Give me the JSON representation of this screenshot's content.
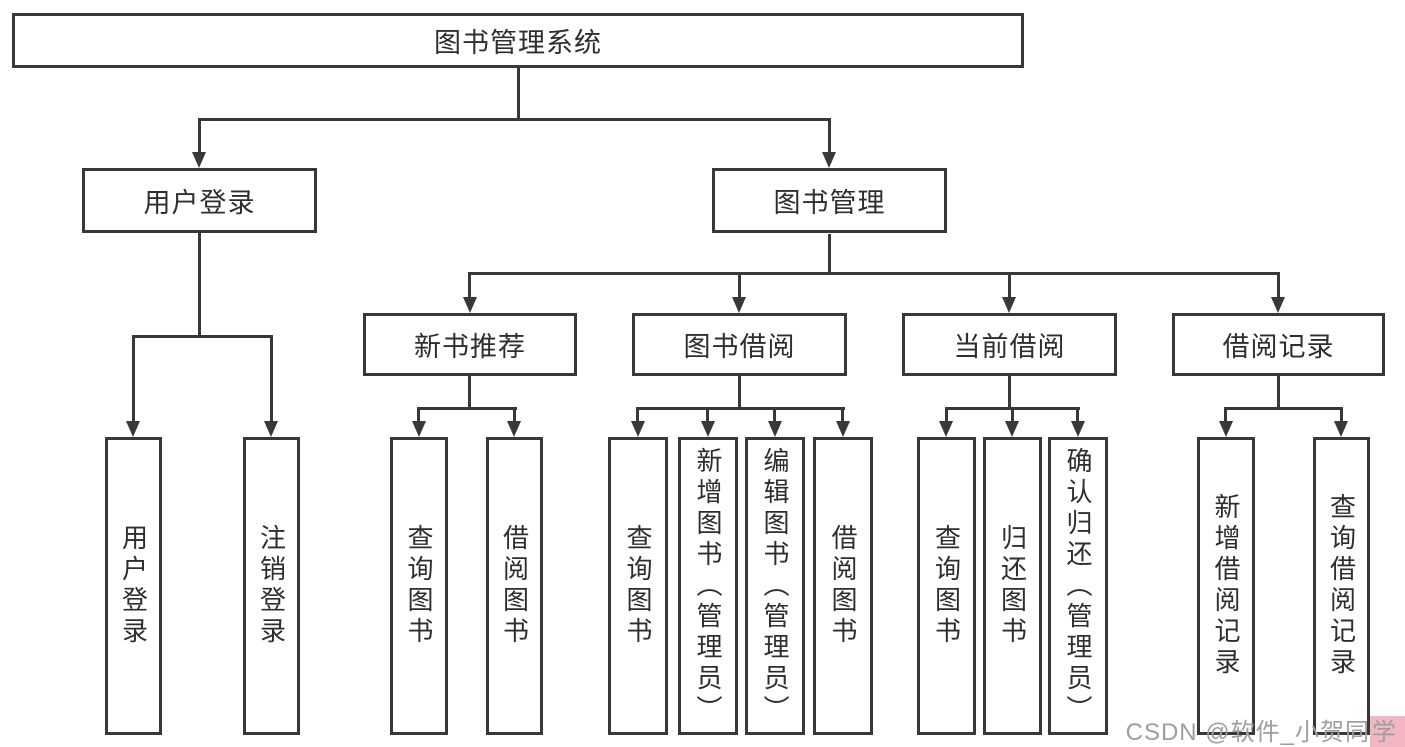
{
  "colors": {
    "line": "#383838",
    "text": "#2e2e2e",
    "watermark_text": "#9e9e9e",
    "watermark_highlight_bg": "#f3b6c3"
  },
  "tree": {
    "root": {
      "label": "图书管理系统"
    },
    "level1": [
      {
        "label": "用户登录",
        "children": [
          {
            "label": "用户登录"
          },
          {
            "label": "注销登录"
          }
        ]
      },
      {
        "label": "图书管理",
        "children": [
          {
            "label": "新书推荐",
            "children": [
              {
                "label": "查询图书"
              },
              {
                "label": "借阅图书"
              }
            ]
          },
          {
            "label": "图书借阅",
            "children": [
              {
                "label": "查询图书"
              },
              {
                "label": "新增图书（管理员）"
              },
              {
                "label": "编辑图书（管理员）"
              },
              {
                "label": "借阅图书"
              }
            ]
          },
          {
            "label": "当前借阅",
            "children": [
              {
                "label": "查询图书"
              },
              {
                "label": "归还图书"
              },
              {
                "label": "确认归还（管理员）"
              }
            ]
          },
          {
            "label": "借阅记录",
            "children": [
              {
                "label": "新增借阅记录"
              },
              {
                "label": "查询借阅记录"
              }
            ]
          }
        ]
      }
    ]
  },
  "watermark": {
    "prefix": "CSDN @软件_小贺同",
    "highlight": "学"
  }
}
